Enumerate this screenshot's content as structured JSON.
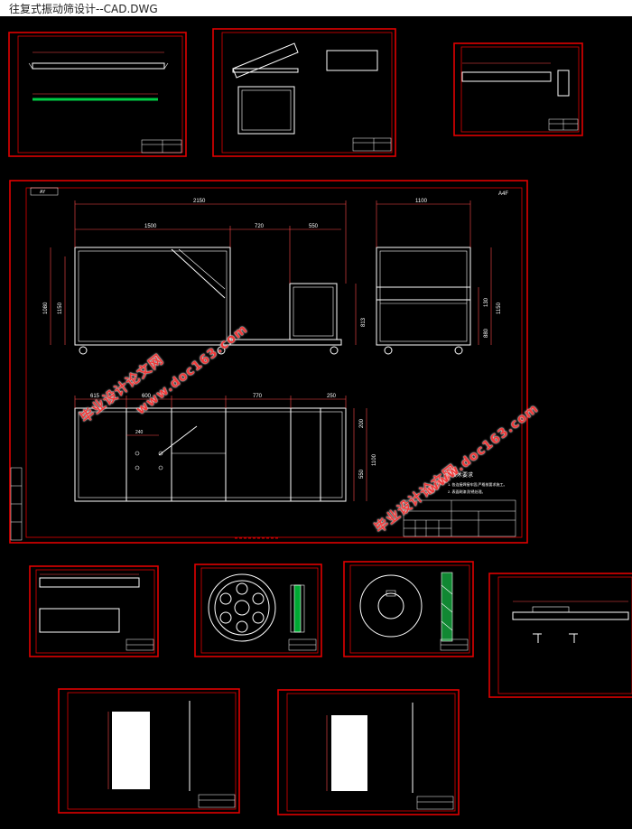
{
  "window": {
    "title": "往复式振动筛设计--CAD.DWG"
  },
  "colors": {
    "background": "#000000",
    "frame": "#e00000",
    "line": "#ffffff",
    "dim": "#ff5050",
    "accent": "#00cc44"
  },
  "main_drawing": {
    "dims": {
      "overall_width": "2150",
      "width_a": "1500",
      "width_b": "720",
      "width_c": "550",
      "side_width": "1100",
      "height_a": "1080",
      "height_b": "1150",
      "height_c": "813",
      "side_h_a": "130",
      "side_h_b": "880",
      "side_h_c": "1150",
      "plan_a": "615",
      "plan_b": "600",
      "plan_c": "770",
      "plan_d": "250",
      "plan_e": "200",
      "plan_f": "550",
      "plan_g": "1100",
      "plan_h": "240"
    },
    "notes_title": "技术要求",
    "notes": [
      "1. 各连接焊接牢固,严格按要求施工。",
      "2. 表面刷漆,防锈处理。"
    ]
  },
  "watermarks": {
    "text_cn": "毕业设计论文网",
    "text_url": "www.doc163.com"
  }
}
